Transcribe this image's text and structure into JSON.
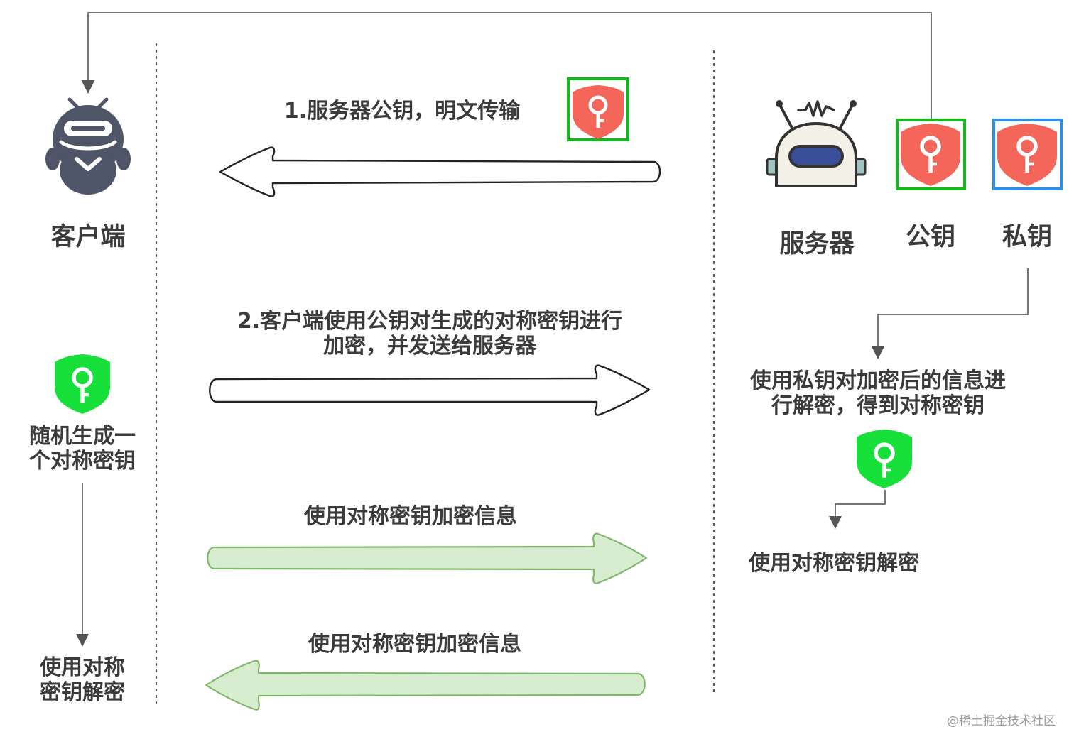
{
  "colors": {
    "public_key_fill": "#f4655a",
    "public_key_frame": "#12b81c",
    "private_key_frame": "#2f8fe8",
    "symmetric_key_fill": "#17e03a",
    "robot_dark": "#4e5566",
    "server_body": "#f3f1e7",
    "server_visor": "#3a4f9a",
    "flow_arrow_fill": "#d8edcf",
    "flow_arrow_stroke": "#7fb86a",
    "connector": "#555555",
    "divider": "#555555"
  },
  "icons": {
    "client": "robot-head-icon",
    "server": "robot-server-icon",
    "public_key": "shield-key-icon",
    "private_key": "shield-key-icon",
    "symmetric_key": "shield-key-icon"
  },
  "actors": {
    "client_label": "客户端",
    "server_label": "服务器",
    "public_key_label": "公钥",
    "private_key_label": "私钥"
  },
  "steps": {
    "step1": "1.服务器公钥，明文传输",
    "step2_line1": "2.客户端使用公钥对生成的对称密钥进行",
    "step2_line2": "加密，并发送给服务器",
    "step3": "使用对称密钥加密信息",
    "step4": "使用对称密钥加密信息"
  },
  "client_notes": {
    "generate_line1": "随机生成一",
    "generate_line2": "个对称密钥",
    "decrypt_line1": "使用对称",
    "decrypt_line2": "密钥解密"
  },
  "server_notes": {
    "decrypt_private_line1": "使用私钥对加密后的信息进",
    "decrypt_private_line2": "行解密，得到对称密钥",
    "decrypt_symmetric": "使用对称密钥解密"
  },
  "watermark": "@稀土掘金技术社区"
}
